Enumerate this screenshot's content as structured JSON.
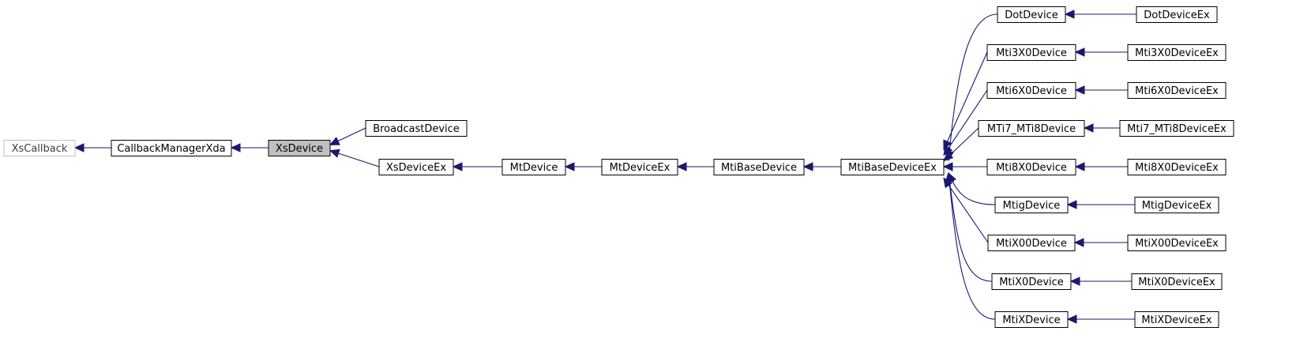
{
  "diagram": {
    "nodes": [
      {
        "id": "XsCallback",
        "label": "XsCallback",
        "style": "external"
      },
      {
        "id": "CallbackManagerXda",
        "label": "CallbackManagerXda",
        "style": "normal"
      },
      {
        "id": "XsDevice",
        "label": "XsDevice",
        "style": "current"
      },
      {
        "id": "BroadcastDevice",
        "label": "BroadcastDevice",
        "style": "normal"
      },
      {
        "id": "XsDeviceEx",
        "label": "XsDeviceEx",
        "style": "normal"
      },
      {
        "id": "MtDevice",
        "label": "MtDevice",
        "style": "normal"
      },
      {
        "id": "MtDeviceEx",
        "label": "MtDeviceEx",
        "style": "normal"
      },
      {
        "id": "MtiBaseDevice",
        "label": "MtiBaseDevice",
        "style": "normal"
      },
      {
        "id": "MtiBaseDeviceEx",
        "label": "MtiBaseDeviceEx",
        "style": "normal"
      },
      {
        "id": "DotDevice",
        "label": "DotDevice",
        "style": "normal"
      },
      {
        "id": "Mti3X0Device",
        "label": "Mti3X0Device",
        "style": "normal"
      },
      {
        "id": "Mti6X0Device",
        "label": "Mti6X0Device",
        "style": "normal"
      },
      {
        "id": "MTi7_MTi8Device",
        "label": "MTi7_MTi8Device",
        "style": "normal"
      },
      {
        "id": "Mti8X0Device",
        "label": "Mti8X0Device",
        "style": "normal"
      },
      {
        "id": "MtigDevice",
        "label": "MtigDevice",
        "style": "normal"
      },
      {
        "id": "MtiX00Device",
        "label": "MtiX00Device",
        "style": "normal"
      },
      {
        "id": "MtiX0Device",
        "label": "MtiX0Device",
        "style": "normal"
      },
      {
        "id": "MtiXDevice",
        "label": "MtiXDevice",
        "style": "normal"
      },
      {
        "id": "DotDeviceEx",
        "label": "DotDeviceEx",
        "style": "normal"
      },
      {
        "id": "Mti3X0DeviceEx",
        "label": "Mti3X0DeviceEx",
        "style": "normal"
      },
      {
        "id": "Mti6X0DeviceEx",
        "label": "Mti6X0DeviceEx",
        "style": "normal"
      },
      {
        "id": "Mti7_MTi8DeviceEx",
        "label": "Mti7_MTi8DeviceEx",
        "style": "normal"
      },
      {
        "id": "Mti8X0DeviceEx",
        "label": "Mti8X0DeviceEx",
        "style": "normal"
      },
      {
        "id": "MtigDeviceEx",
        "label": "MtigDeviceEx",
        "style": "normal"
      },
      {
        "id": "MtiX00DeviceEx",
        "label": "MtiX00DeviceEx",
        "style": "normal"
      },
      {
        "id": "MtiX0DeviceEx",
        "label": "MtiX0DeviceEx",
        "style": "normal"
      },
      {
        "id": "MtiXDeviceEx",
        "label": "MtiXDeviceEx",
        "style": "normal"
      }
    ],
    "edges": [
      {
        "base": "XsCallback",
        "derived": "CallbackManagerXda"
      },
      {
        "base": "CallbackManagerXda",
        "derived": "XsDevice"
      },
      {
        "base": "XsDevice",
        "derived": "BroadcastDevice"
      },
      {
        "base": "XsDevice",
        "derived": "XsDeviceEx"
      },
      {
        "base": "XsDeviceEx",
        "derived": "MtDevice"
      },
      {
        "base": "MtDevice",
        "derived": "MtDeviceEx"
      },
      {
        "base": "MtDeviceEx",
        "derived": "MtiBaseDevice"
      },
      {
        "base": "MtiBaseDevice",
        "derived": "MtiBaseDeviceEx"
      },
      {
        "base": "MtiBaseDeviceEx",
        "derived": "DotDevice"
      },
      {
        "base": "MtiBaseDeviceEx",
        "derived": "Mti3X0Device"
      },
      {
        "base": "MtiBaseDeviceEx",
        "derived": "Mti6X0Device"
      },
      {
        "base": "MtiBaseDeviceEx",
        "derived": "MTi7_MTi8Device"
      },
      {
        "base": "MtiBaseDeviceEx",
        "derived": "Mti8X0Device"
      },
      {
        "base": "MtiBaseDeviceEx",
        "derived": "MtigDevice"
      },
      {
        "base": "MtiBaseDeviceEx",
        "derived": "MtiX00Device"
      },
      {
        "base": "MtiBaseDeviceEx",
        "derived": "MtiX0Device"
      },
      {
        "base": "MtiBaseDeviceEx",
        "derived": "MtiXDevice"
      },
      {
        "base": "DotDevice",
        "derived": "DotDeviceEx"
      },
      {
        "base": "Mti3X0Device",
        "derived": "Mti3X0DeviceEx"
      },
      {
        "base": "Mti6X0Device",
        "derived": "Mti6X0DeviceEx"
      },
      {
        "base": "MTi7_MTi8Device",
        "derived": "Mti7_MTi8DeviceEx"
      },
      {
        "base": "Mti8X0Device",
        "derived": "Mti8X0DeviceEx"
      },
      {
        "base": "MtigDevice",
        "derived": "MtigDeviceEx"
      },
      {
        "base": "MtiX00Device",
        "derived": "MtiX00DeviceEx"
      },
      {
        "base": "MtiX0Device",
        "derived": "MtiX0DeviceEx"
      },
      {
        "base": "MtiXDevice",
        "derived": "MtiXDeviceEx"
      }
    ],
    "colors": {
      "edge": "#191970",
      "node_border": "#000000",
      "external_border": "#bfbfbf",
      "current_fill": "#bfbfbf"
    }
  }
}
